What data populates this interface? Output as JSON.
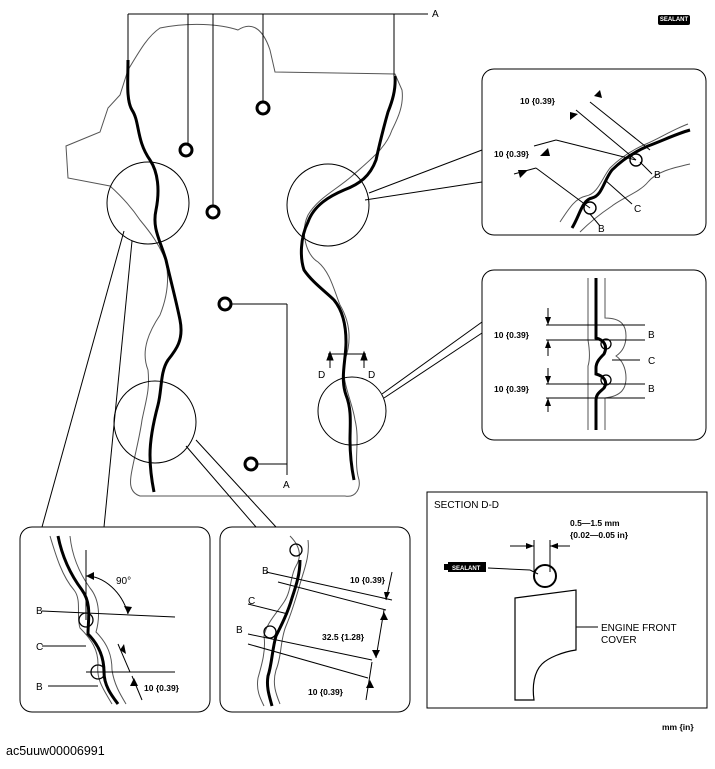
{
  "header": {
    "sealant_badge": "SEALANT"
  },
  "main_view": {
    "label_a_top": "A",
    "label_a_bottom": "A",
    "label_d_left": "D",
    "label_d_right": "D"
  },
  "detail_upper_right": {
    "dim_1": "10 {0.39}",
    "dim_2": "10 {0.39}",
    "label_b1": "B",
    "label_b2": "B",
    "label_c": "C"
  },
  "detail_middle_right": {
    "dim_1": "10 {0.39}",
    "dim_2": "10 {0.39}",
    "label_b1": "B",
    "label_c": "C",
    "label_b2": "B"
  },
  "detail_lower_left": {
    "angle": "90°",
    "label_b1": "B",
    "label_c": "C",
    "label_b2": "B",
    "dim": "10 {0.39}"
  },
  "detail_lower_middle": {
    "label_b1": "B",
    "label_c": "C",
    "label_b2": "B",
    "dim_1": "10 {0.39}",
    "dim_2": "32.5 {1.28}",
    "dim_3": "10 {0.39}"
  },
  "section_dd": {
    "title": "SECTION D-D",
    "gap_mm": "0.5—1.5 mm",
    "gap_in": "{0.02—0.05 in}",
    "sealant_tag": "SEALANT",
    "part_line1": "ENGINE FRONT",
    "part_line2": "COVER"
  },
  "footer": {
    "units": "mm {in}",
    "caption": "ac5uuw00006991"
  }
}
